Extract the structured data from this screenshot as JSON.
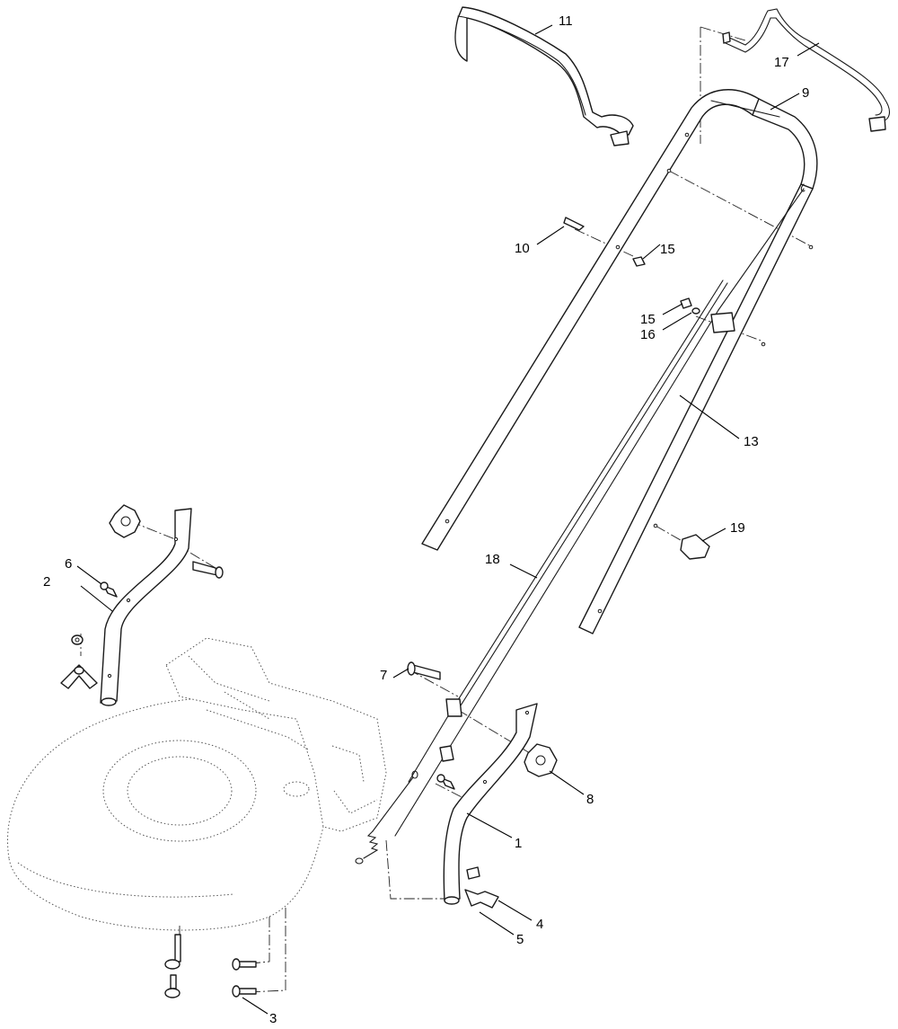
{
  "callouts": {
    "c1": "1",
    "c2": "2",
    "c3": "3",
    "c4": "4",
    "c5": "5",
    "c6": "6",
    "c7": "7",
    "c8": "8",
    "c9": "9",
    "c10": "10",
    "c11": "11",
    "c13": "13",
    "c15a": "15",
    "c15b": "15",
    "c16": "16",
    "c17": "17",
    "c18": "18",
    "c19": "19"
  }
}
